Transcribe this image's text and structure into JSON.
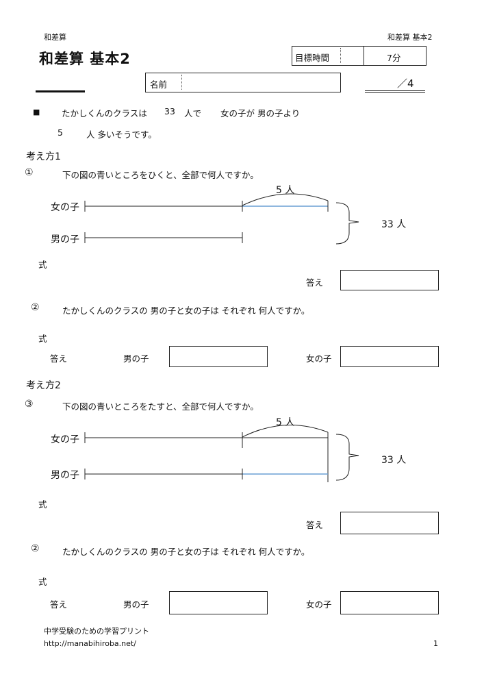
{
  "header": {
    "category_small": "和差算",
    "category_right": "和差算 基本2",
    "title": "和差算 基本2",
    "goal_label": "目標時間",
    "goal_value": "7分",
    "name_label": "名前",
    "score_text": "／4"
  },
  "problem": {
    "bullet": "■",
    "line1_a": "たかしくんのクラスは",
    "total": "33",
    "line1_b": "人で",
    "line1_c": "女の子が 男の子より",
    "diff": "5",
    "line2_b": "人 多いそうです。"
  },
  "method1": {
    "heading": "考え方1",
    "q1_num": "①",
    "q1_text": "下の図の青いところをひくと、全部で何人ですか。",
    "girl_label": "女の子",
    "boy_label": "男の子",
    "diff_label": "5 人",
    "total_label": "33 人",
    "formula_label": "式",
    "answer_label": "答え",
    "q2_num": "②",
    "q2_text": "たかしくんのクラスの 男の子と女の子は それぞれ 何人ですか。",
    "formula2_label": "式",
    "answer2_label": "答え",
    "boy_answer_label": "男の子",
    "girl_answer_label": "女の子"
  },
  "method2": {
    "heading": "考え方2",
    "q3_num": "③",
    "q3_text": "下の図の青いところをたすと、全部で何人ですか。",
    "girl_label": "女の子",
    "boy_label": "男の子",
    "diff_label": "5 人",
    "total_label": "33 人",
    "formula_label": "式",
    "answer_label": "答え",
    "q4_num": "②",
    "q4_text": "たかしくんのクラスの 男の子と女の子は それぞれ 何人ですか。",
    "formula2_label": "式",
    "answer2_label": "答え",
    "boy_answer_label": "男の子",
    "girl_answer_label": "女の子"
  },
  "footer": {
    "line1": "中学受験のための学習プリント",
    "url": "http://manabihiroba.net/",
    "page": "1"
  },
  "colors": {
    "blue": "#6a9fd4",
    "line": "#222222"
  }
}
